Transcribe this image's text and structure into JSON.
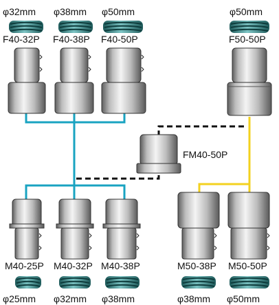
{
  "colors": {
    "blue_line": "#19a3c1",
    "yellow_line": "#f3d11f",
    "dashed_line": "#111111",
    "hose_dark": "#1e5a5a",
    "hose_light": "#3aa0a0",
    "metal_light": "#f2f2f2",
    "metal_dark": "#6b6b6b"
  },
  "female": [
    {
      "diameter": "φ32mm",
      "code": "F40-32P"
    },
    {
      "diameter": "φ38mm",
      "code": "F40-38P"
    },
    {
      "diameter": "φ50mm",
      "code": "F40-50P"
    },
    {
      "diameter": "φ50mm",
      "code": "F50-50P"
    }
  ],
  "adapter": {
    "code": "FM40-50P"
  },
  "male40": [
    {
      "code": "M40-25P",
      "diameter": "φ25mm"
    },
    {
      "code": "M40-32P",
      "diameter": "φ32mm"
    },
    {
      "code": "M40-38P",
      "diameter": "φ38mm"
    }
  ],
  "male50": [
    {
      "code": "M50-38P",
      "diameter": "φ38mm"
    },
    {
      "code": "M50-50P",
      "diameter": "φ50mm"
    }
  ],
  "icons": [
    "hose-icon",
    "fitting-icon"
  ]
}
